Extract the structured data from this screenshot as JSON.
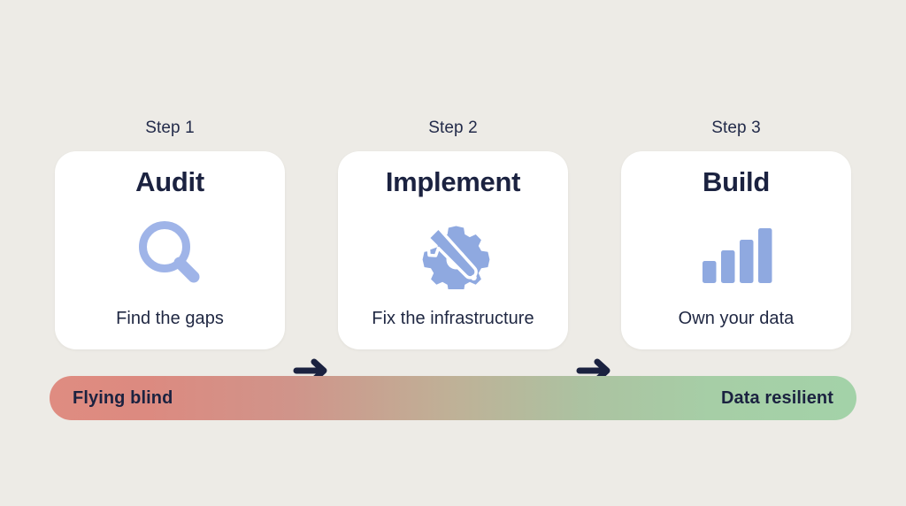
{
  "background_color": "#EDEBE6",
  "accent_icon_color": "#8FA9E0",
  "text_color": "#1B2240",
  "steps": [
    {
      "step_label": "Step 1",
      "title": "Audit",
      "subtitle": "Find the gaps",
      "icon": "magnifier-icon"
    },
    {
      "step_label": "Step 2",
      "title": "Implement",
      "subtitle": "Fix the infrastructure",
      "icon": "gear-wrench-icon"
    },
    {
      "step_label": "Step 3",
      "title": "Build",
      "subtitle": "Own your data",
      "icon": "bar-chart-icon"
    }
  ],
  "connectors": [
    {
      "icon": "arrow-right-icon"
    },
    {
      "icon": "arrow-right-icon"
    }
  ],
  "spectrum": {
    "start_label": "Flying blind",
    "end_label": "Data resilient",
    "start_color": "#DF8C81",
    "mid_color": "#BFB197",
    "end_color": "#A3D2A8"
  }
}
